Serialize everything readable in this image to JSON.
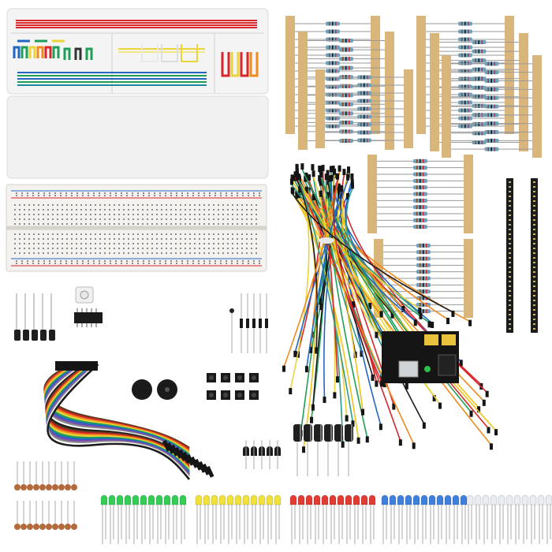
{
  "image": {
    "kind": "product-photo",
    "background": "#ffffff"
  },
  "colors": {
    "wire_red": "#d8262b",
    "wire_green": "#1f9e58",
    "wire_blue": "#2466c4",
    "wire_yellow": "#e9d43a",
    "wire_orange": "#ef8a1c",
    "wire_black": "#1c1c1c",
    "tape": "#d8b57a",
    "tape_dark": "#c9a15a",
    "resistor_body": "#6fa0bc",
    "breadboard": "#f4f2ee",
    "box_plastic": "#f2f2f2",
    "pcb_black": "#151515",
    "led_green": "#33cc55",
    "led_yellow": "#f0e23a",
    "led_red": "#e23b34",
    "led_blue": "#3f7fdc",
    "led_white": "#e9ecf0",
    "ceramic_cap": "#b26a3b",
    "electrolytic_cap": "#222222"
  },
  "components": [
    "jumper-wire-kit-box",
    "breadboard-830",
    "resistor-strips",
    "male-male-jumper-wires",
    "breadboard-power-module",
    "pin-headers",
    "dupont-ribbon-cable",
    "buzzers",
    "tactile-push-buttons",
    "transistors",
    "electrolytic-capacitors",
    "ceramic-capacitors",
    "led-green",
    "led-yellow",
    "led-red",
    "led-blue",
    "led-white",
    "ic-chip",
    "potentiometer"
  ]
}
